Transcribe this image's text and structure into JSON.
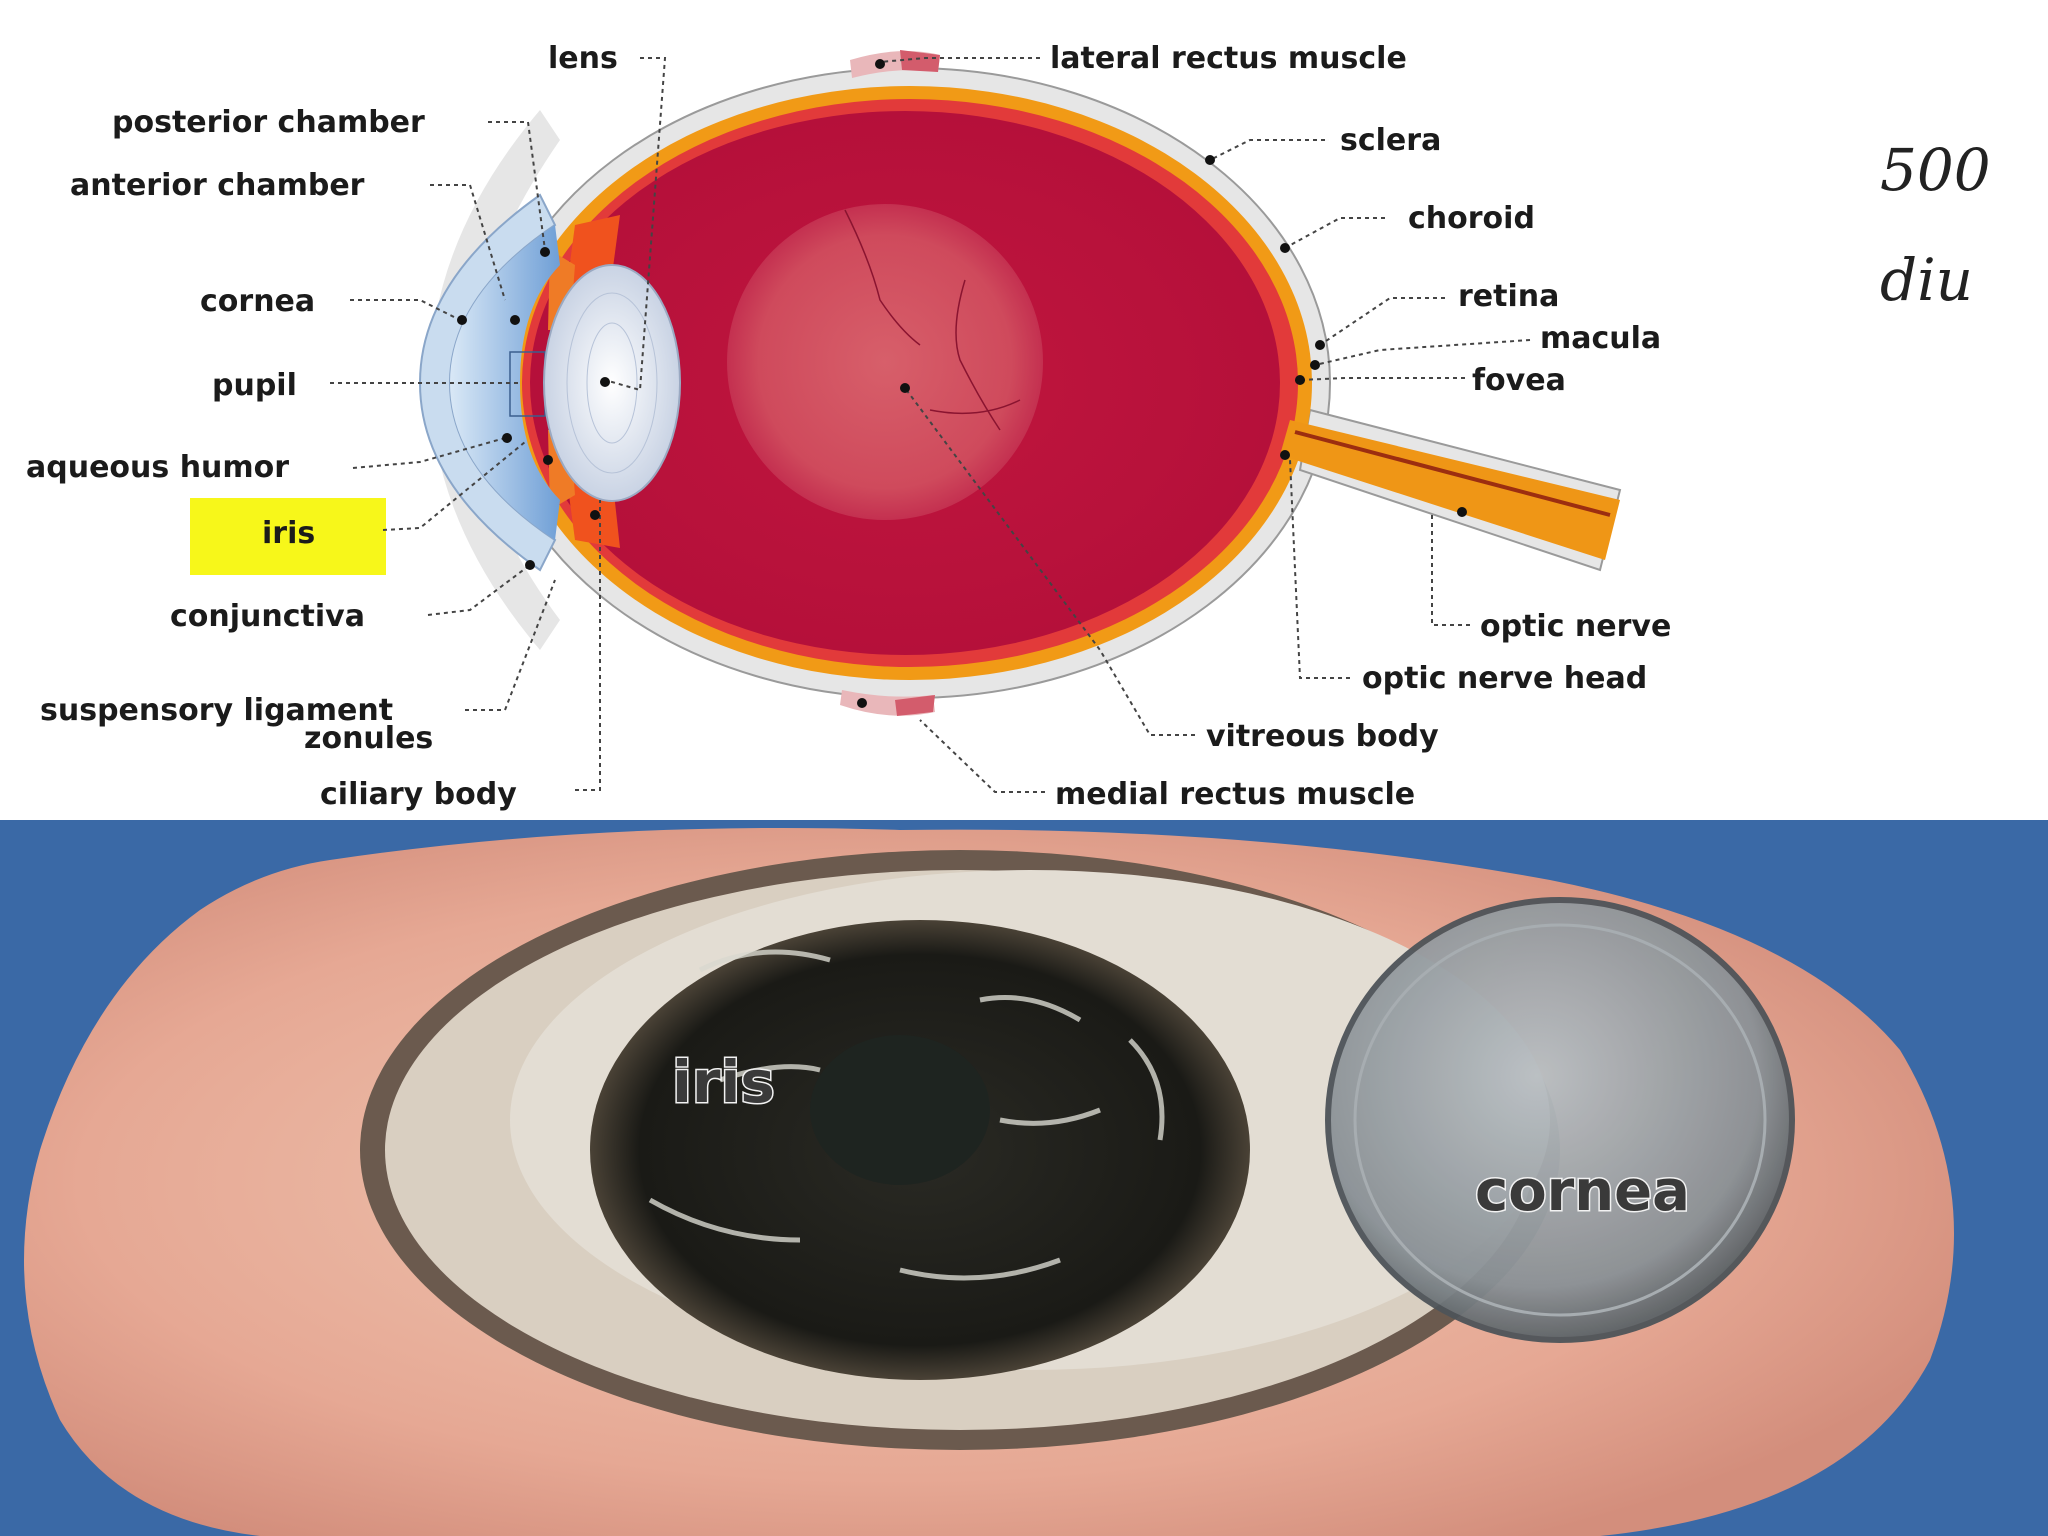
{
  "diagram": {
    "labels": {
      "lens": "lens",
      "lateral_rectus": "lateral rectus muscle",
      "posterior_chamber": "posterior chamber",
      "sclera": "sclera",
      "anterior_chamber": "anterior chamber",
      "choroid": "choroid",
      "cornea": "cornea",
      "retina": "retina",
      "macula": "macula",
      "pupil": "pupil",
      "fovea": "fovea",
      "aqueous_humor": "aqueous humor",
      "iris": "iris",
      "conjunctiva": "conjunctiva",
      "optic_nerve": "optic nerve",
      "optic_nerve_head": "optic nerve head",
      "suspensory_1": "suspensory ligament",
      "suspensory_2": "zonules",
      "vitreous_body": "vitreous body",
      "ciliary_body": "ciliary body",
      "medial_rectus": "medial rectus muscle"
    },
    "highlight_color": "#f7f71a",
    "handwriting": {
      "line1": "500",
      "line2": "diu"
    }
  },
  "photo": {
    "labels": {
      "iris": "iris",
      "cornea": "cornea"
    },
    "background_color": "#3a69a6"
  }
}
